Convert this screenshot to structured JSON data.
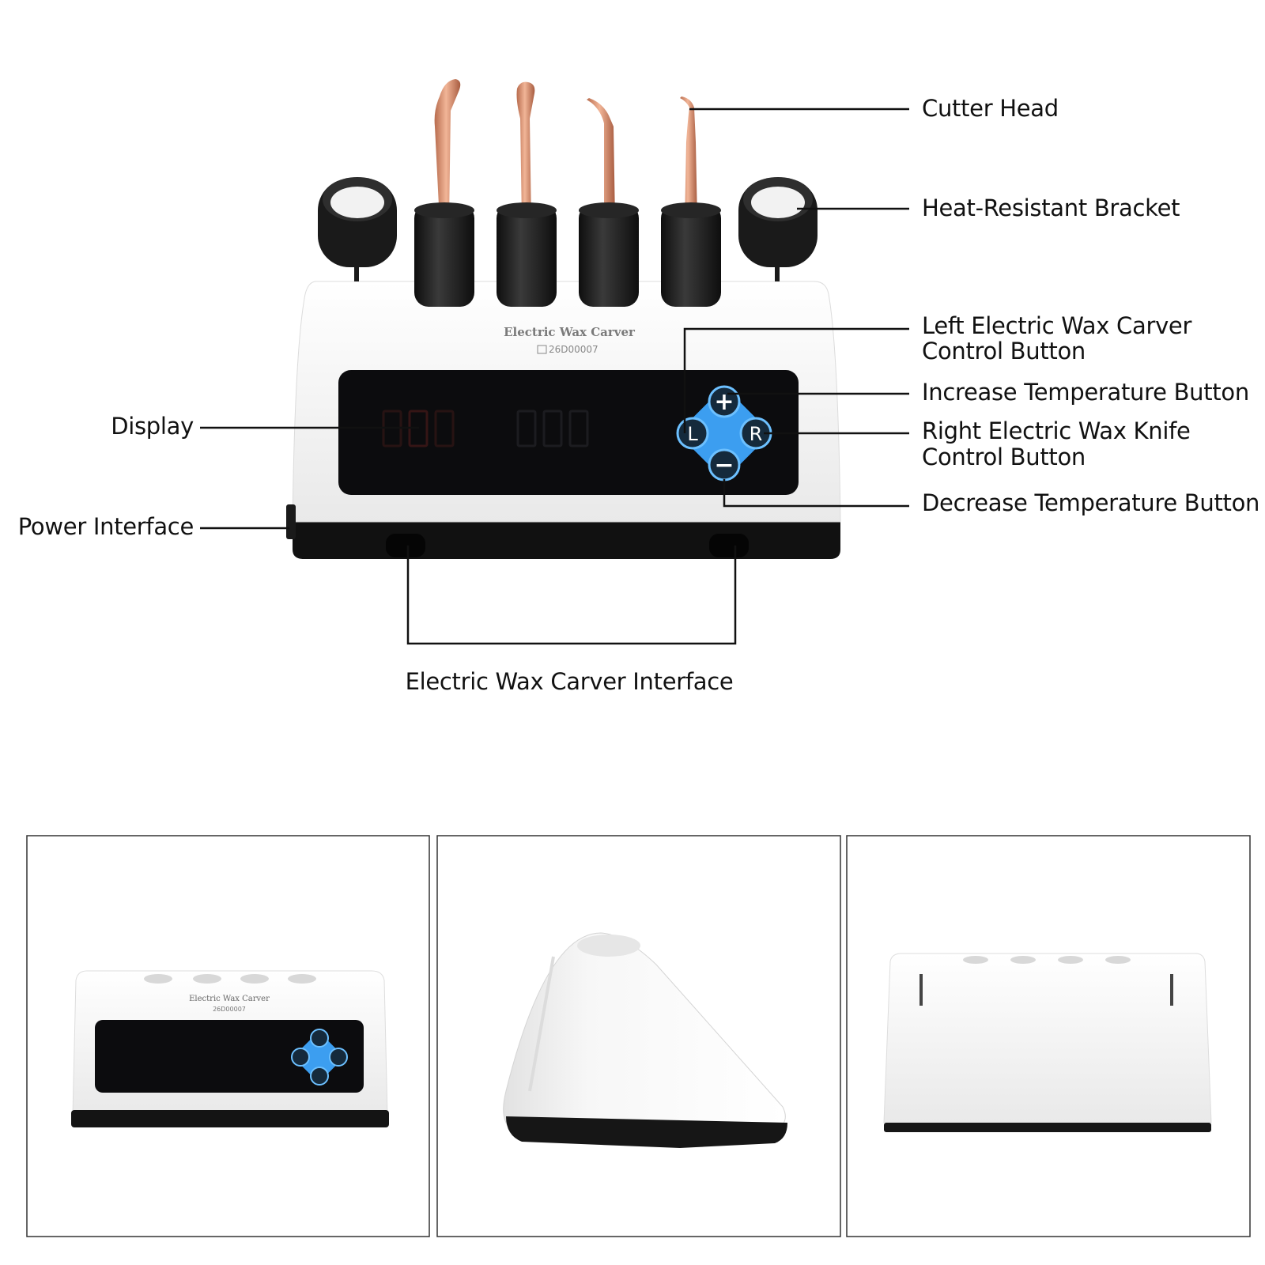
{
  "device": {
    "brand_text": "Electric Wax Carver",
    "serial_text": "26D00007",
    "buttons": {
      "plus": "+",
      "minus": "−",
      "left": "L",
      "right": "R"
    }
  },
  "labels": {
    "cutter_head": "Cutter Head",
    "heat_resistant_bracket": "Heat-Resistant Bracket",
    "left_control_line1": "Left Electric Wax Carver",
    "left_control_line2": "Control Button",
    "increase_temperature": "Increase Temperature Button",
    "right_control_line1": "Right Electric Wax Knife",
    "right_control_line2": "Control Button",
    "decrease_temperature": "Decrease Temperature Button",
    "display": "Display",
    "power_interface": "Power  Interface",
    "carver_interface": "Electric Wax Carver Interface"
  },
  "colors": {
    "tip_copper": "#d9906f",
    "holder_black": "#1c1c1c",
    "body_white": "#f4f4f4",
    "panel_black": "#0c0c0e",
    "button_blue": "#3c9ef0",
    "line_black": "#111111"
  }
}
